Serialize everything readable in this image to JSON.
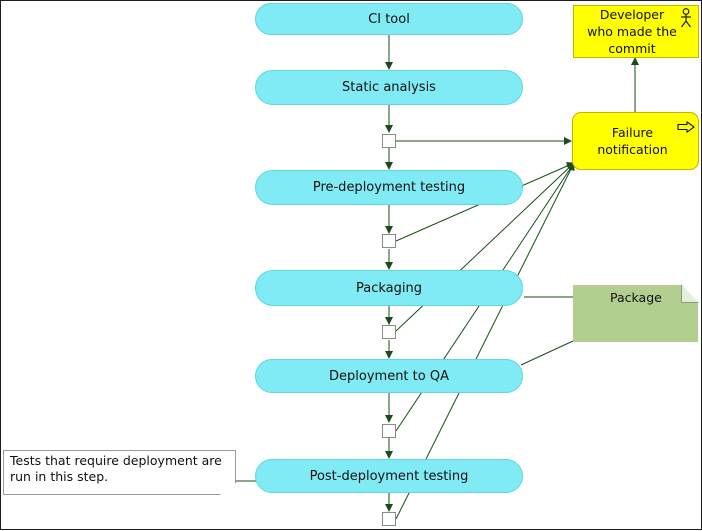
{
  "steps": {
    "ci_tool": "CI tool",
    "static_analysis": "Static analysis",
    "pre_deployment_testing": "Pre-deployment testing",
    "packaging": "Packaging",
    "deployment_to_qa": "Deployment to QA",
    "post_deployment_testing": "Post-deployment testing"
  },
  "developer": {
    "label": "Developer who made the commit",
    "icon": "actor-icon"
  },
  "failure": {
    "label": "Failure notification",
    "icon": "arrow-right-icon"
  },
  "package": {
    "label": "Package"
  },
  "comment": {
    "text": "Tests that require deployment are run in this step."
  },
  "colors": {
    "step_fill": "#80ebf5",
    "notification_fill": "#ffff00",
    "artifact_fill": "#b2cf8f",
    "connector": "#1a4d1a"
  }
}
